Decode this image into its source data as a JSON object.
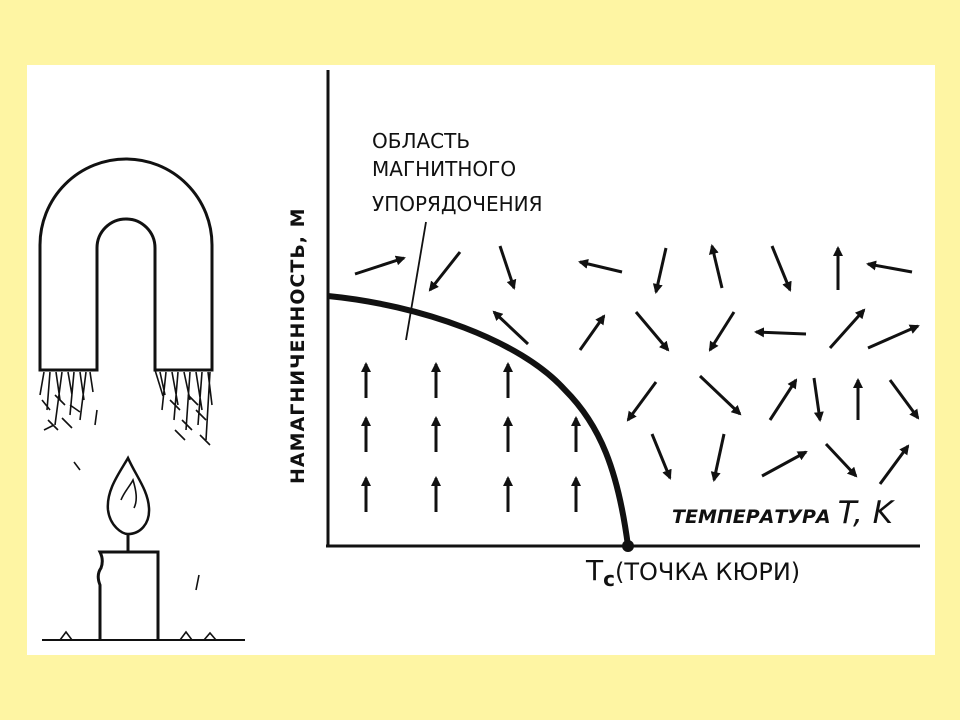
{
  "slide": {
    "background_color": "#fef5a3",
    "panel_color": "#ffffff",
    "ink_color": "#111111"
  },
  "diagram": {
    "y_axis_label": "НАМАГНИЧЕННОСТЬ, M",
    "x_axis_label_prefix": "ТЕМПЕРАТУРА",
    "x_axis_label_unit": "T, K",
    "ordering_region_label": [
      "ОБЛАСТЬ",
      "МАГНИТНОГО",
      "УПОРЯДОЧЕНИЯ"
    ],
    "curie_symbol": "T",
    "curie_subscript": "c",
    "curie_label": "(ТОЧКА КЮРИ)",
    "illustration": {
      "items": [
        "horseshoe-magnet",
        "iron-filings",
        "candle",
        "flame"
      ]
    }
  }
}
